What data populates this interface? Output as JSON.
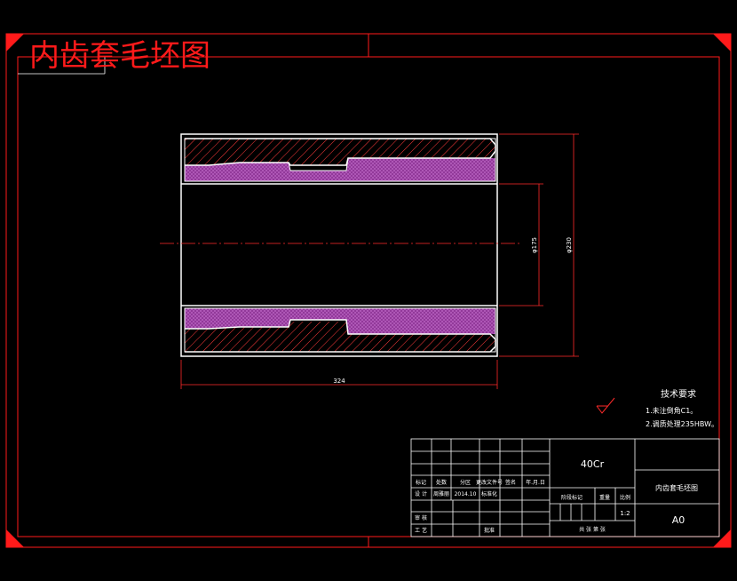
{
  "drawing": {
    "title": "内齿套毛坯图",
    "dimensions": {
      "length": "324",
      "inner_diameter": "φ175",
      "outer_diameter": "φ230"
    },
    "technical_requirements": {
      "heading": "技术要求",
      "items": [
        "1.未注倒角C1。",
        "2.调质处理235HBW。"
      ]
    }
  },
  "title_block": {
    "material": "40Cr",
    "part_name": "内齿套毛坯图",
    "drawing_number": "A0",
    "scale": "1:2",
    "header_row": [
      "标记",
      "处数",
      "分区",
      "更改文件号",
      "签名",
      "年.月.日"
    ],
    "design_row": [
      "设 计",
      "周雅丽",
      "2014.10",
      "标准化"
    ],
    "stage_labels": [
      "阶段标记",
      "重量",
      "比例"
    ],
    "left_labels": [
      "审 核",
      "工 艺"
    ],
    "approve_label": "批准",
    "sheet_label": "共    张  第    张"
  },
  "colors": {
    "frame": "#ff1a1a",
    "line": "#ffffff",
    "hatch_red": "#ff3b3b",
    "hatch_purple": "#9b3da6",
    "dim": "#ff2a2a"
  }
}
